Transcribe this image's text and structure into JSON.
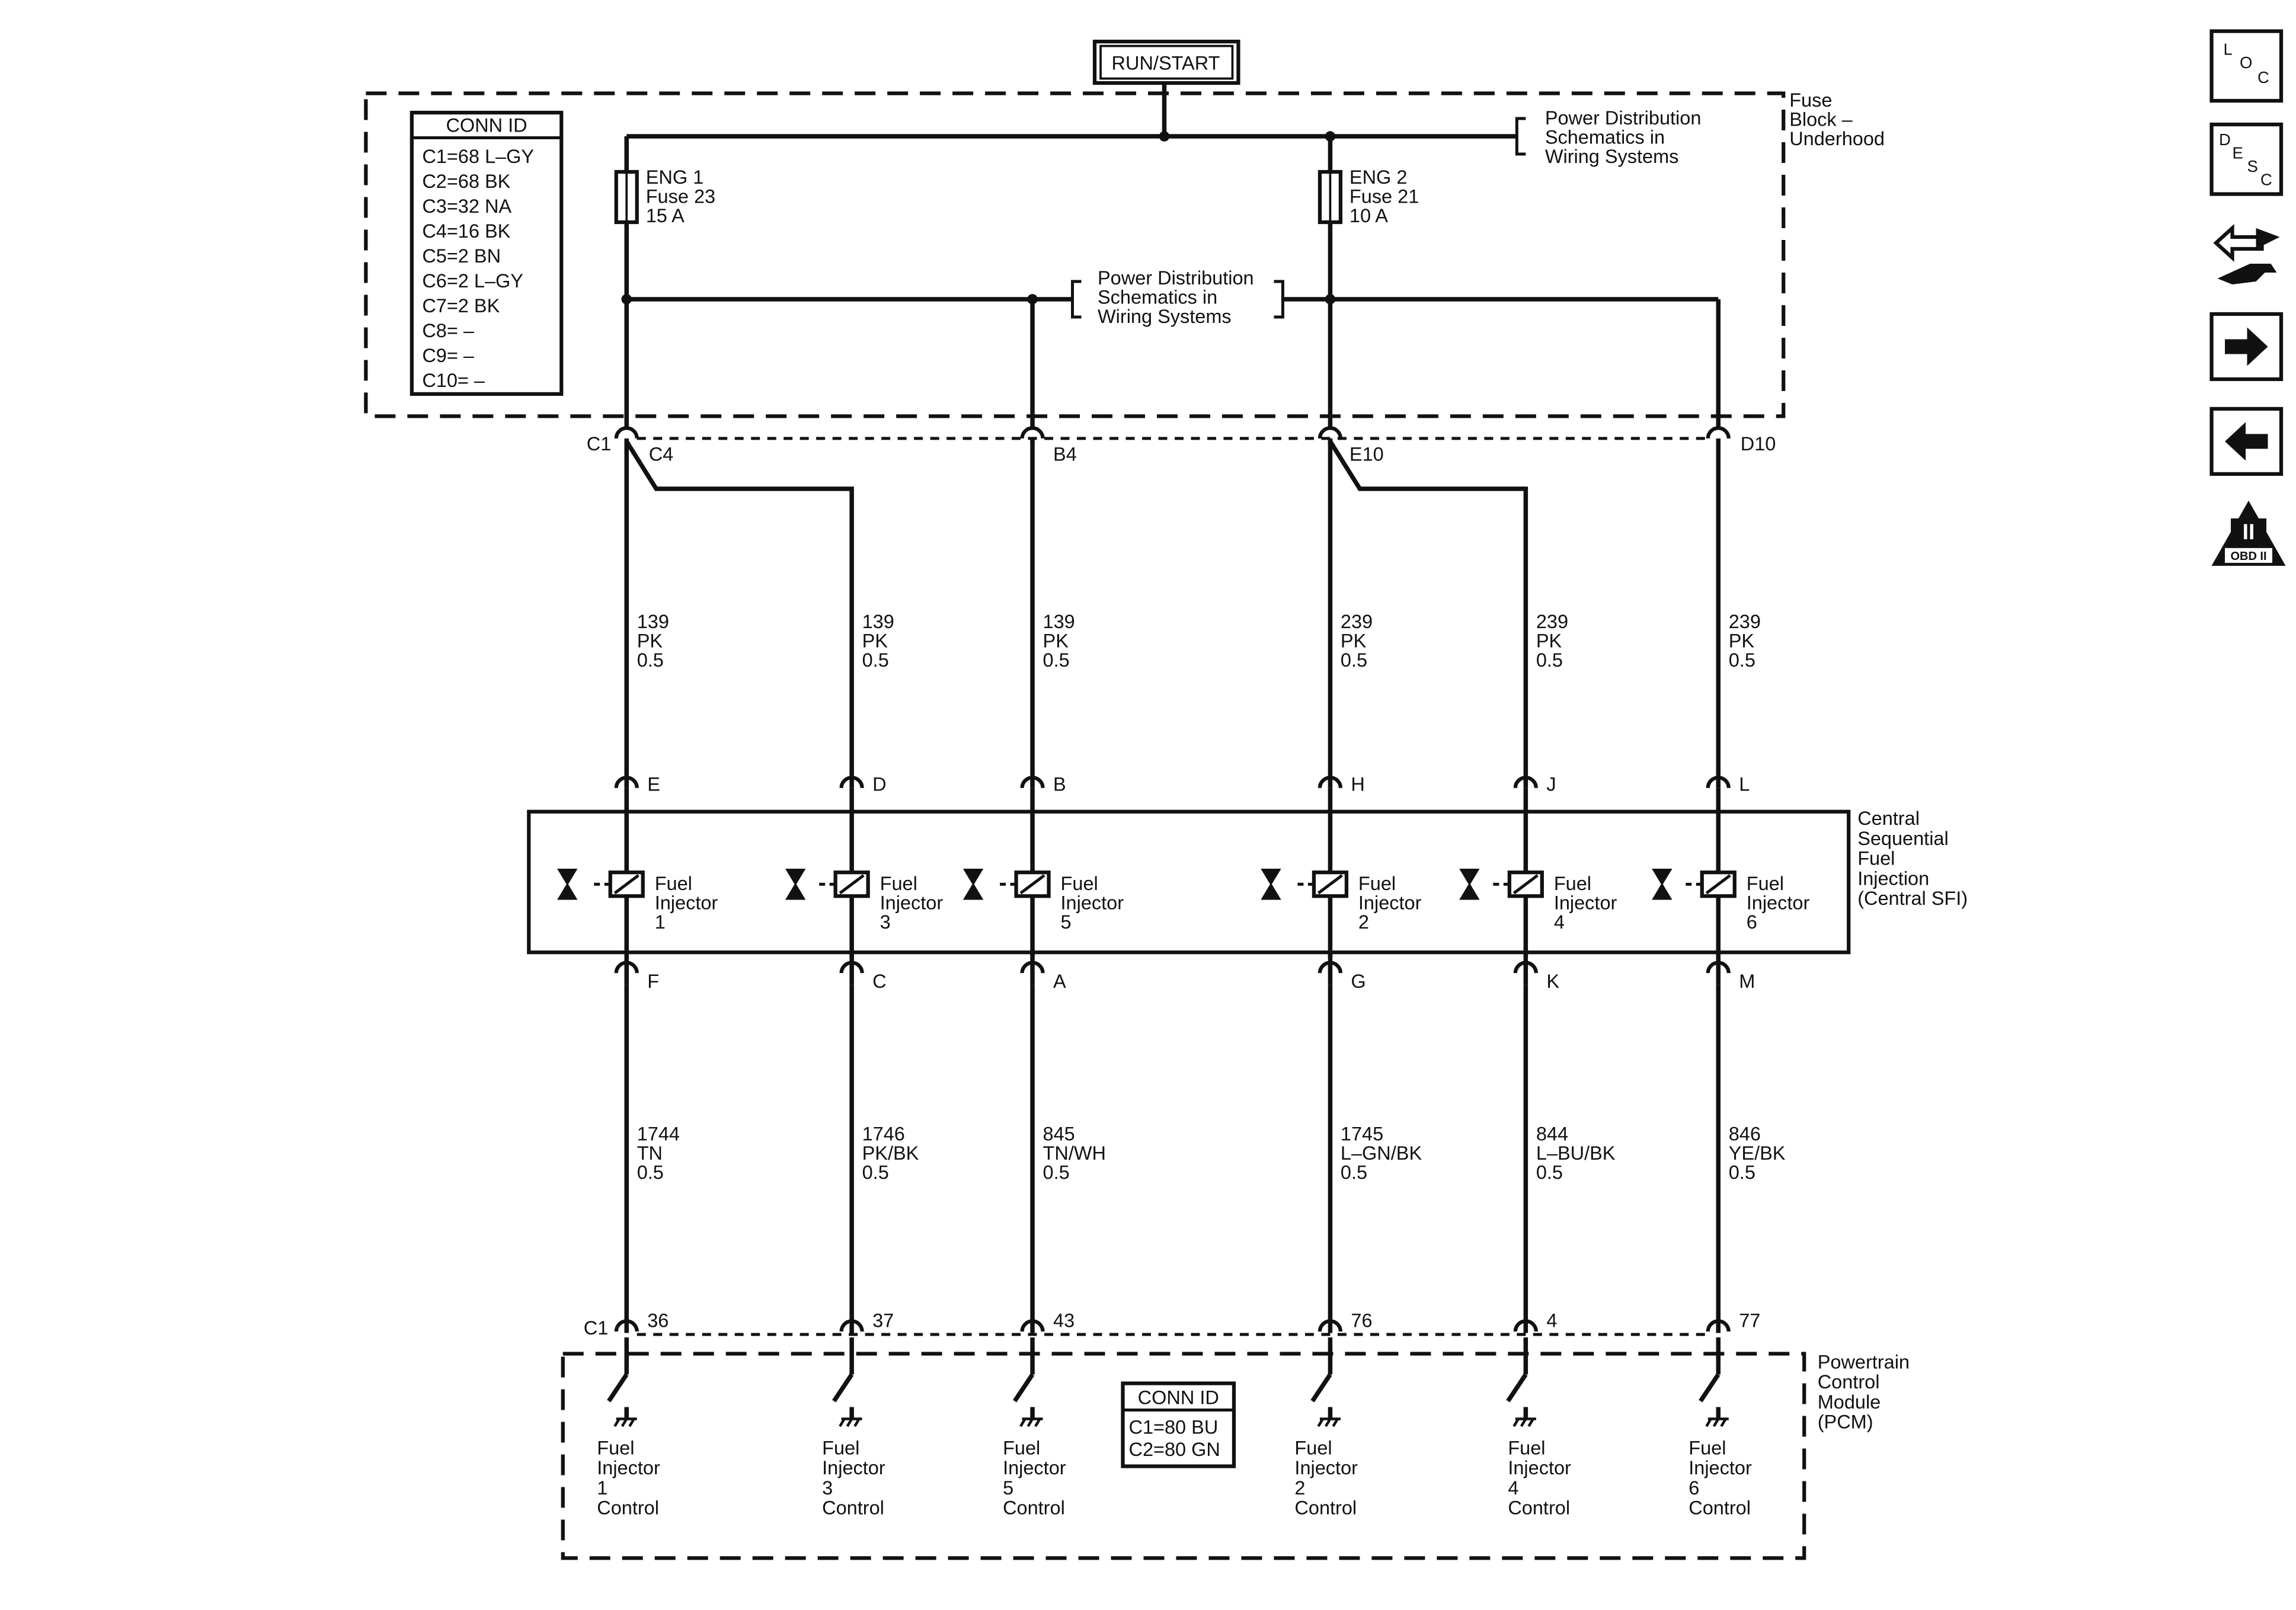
{
  "run_start": "RUN/START",
  "fuse_block": {
    "conn_id": {
      "title": "CONN ID",
      "entries": [
        "C1=68 L–GY",
        "C2=68 BK",
        "C3=32 NA",
        "C4=16 BK",
        "C5=2 BN",
        "C6=2 L–GY",
        "C7=2 BK",
        "C8= –",
        "C9= –",
        "C10= –"
      ]
    },
    "label": [
      "Fuse",
      "Block –",
      "Underhood"
    ],
    "power_ref_top": [
      "Power Distribution",
      "Schematics in",
      "Wiring Systems"
    ],
    "power_ref_mid": [
      "Power Distribution",
      "Schematics in",
      "Wiring Systems"
    ],
    "fuse1": [
      "ENG 1",
      "Fuse 23",
      "15 A"
    ],
    "fuse2": [
      "ENG 2",
      "Fuse 21",
      "10 A"
    ]
  },
  "fuse_pins": {
    "c1": "C1",
    "left": "C4",
    "b4": "B4",
    "right": "E10",
    "d10": "D10"
  },
  "wires_top": [
    [
      "139",
      "PK",
      "0.5"
    ],
    [
      "139",
      "PK",
      "0.5"
    ],
    [
      "139",
      "PK",
      "0.5"
    ],
    [
      "239",
      "PK",
      "0.5"
    ],
    [
      "239",
      "PK",
      "0.5"
    ],
    [
      "239",
      "PK",
      "0.5"
    ]
  ],
  "sfi": {
    "label": [
      "Central",
      "Sequential",
      "Fuel",
      "Injection",
      "(Central SFI)"
    ],
    "top_pins": [
      "E",
      "D",
      "B",
      "H",
      "J",
      "L"
    ],
    "bottom_pins": [
      "F",
      "C",
      "A",
      "G",
      "K",
      "M"
    ],
    "injectors": [
      [
        "Fuel",
        "Injector",
        "1"
      ],
      [
        "Fuel",
        "Injector",
        "3"
      ],
      [
        "Fuel",
        "Injector",
        "5"
      ],
      [
        "Fuel",
        "Injector",
        "2"
      ],
      [
        "Fuel",
        "Injector",
        "4"
      ],
      [
        "Fuel",
        "Injector",
        "6"
      ]
    ]
  },
  "wires_bottom": [
    [
      "1744",
      "TN",
      "0.5"
    ],
    [
      "1746",
      "PK/BK",
      "0.5"
    ],
    [
      "845",
      "TN/WH",
      "0.5"
    ],
    [
      "1745",
      "L–GN/BK",
      "0.5"
    ],
    [
      "844",
      "L–BU/BK",
      "0.5"
    ],
    [
      "846",
      "YE/BK",
      "0.5"
    ]
  ],
  "pcm": {
    "connector": "C1",
    "pins": [
      "36",
      "37",
      "43",
      "76",
      "4",
      "77"
    ],
    "label": [
      "Powertrain",
      "Control",
      "Module",
      "(PCM)"
    ],
    "conn_id": {
      "title": "CONN ID",
      "entries": [
        "C1=80 BU",
        "C2=80 GN"
      ]
    },
    "controls": [
      [
        "Fuel",
        "Injector",
        "1",
        "Control"
      ],
      [
        "Fuel",
        "Injector",
        "3",
        "Control"
      ],
      [
        "Fuel",
        "Injector",
        "5",
        "Control"
      ],
      [
        "Fuel",
        "Injector",
        "2",
        "Control"
      ],
      [
        "Fuel",
        "Injector",
        "4",
        "Control"
      ],
      [
        "Fuel",
        "Injector",
        "6",
        "Control"
      ]
    ]
  },
  "nav": {
    "loc": [
      "L",
      "O",
      "C"
    ],
    "desc": [
      "D",
      "E",
      "S",
      "C"
    ],
    "icons": [
      "troubleshoot-icon",
      "arrow-right-icon",
      "arrow-left-icon",
      "obd-ii-icon"
    ],
    "obd": [
      "II",
      "OBD II"
    ]
  }
}
